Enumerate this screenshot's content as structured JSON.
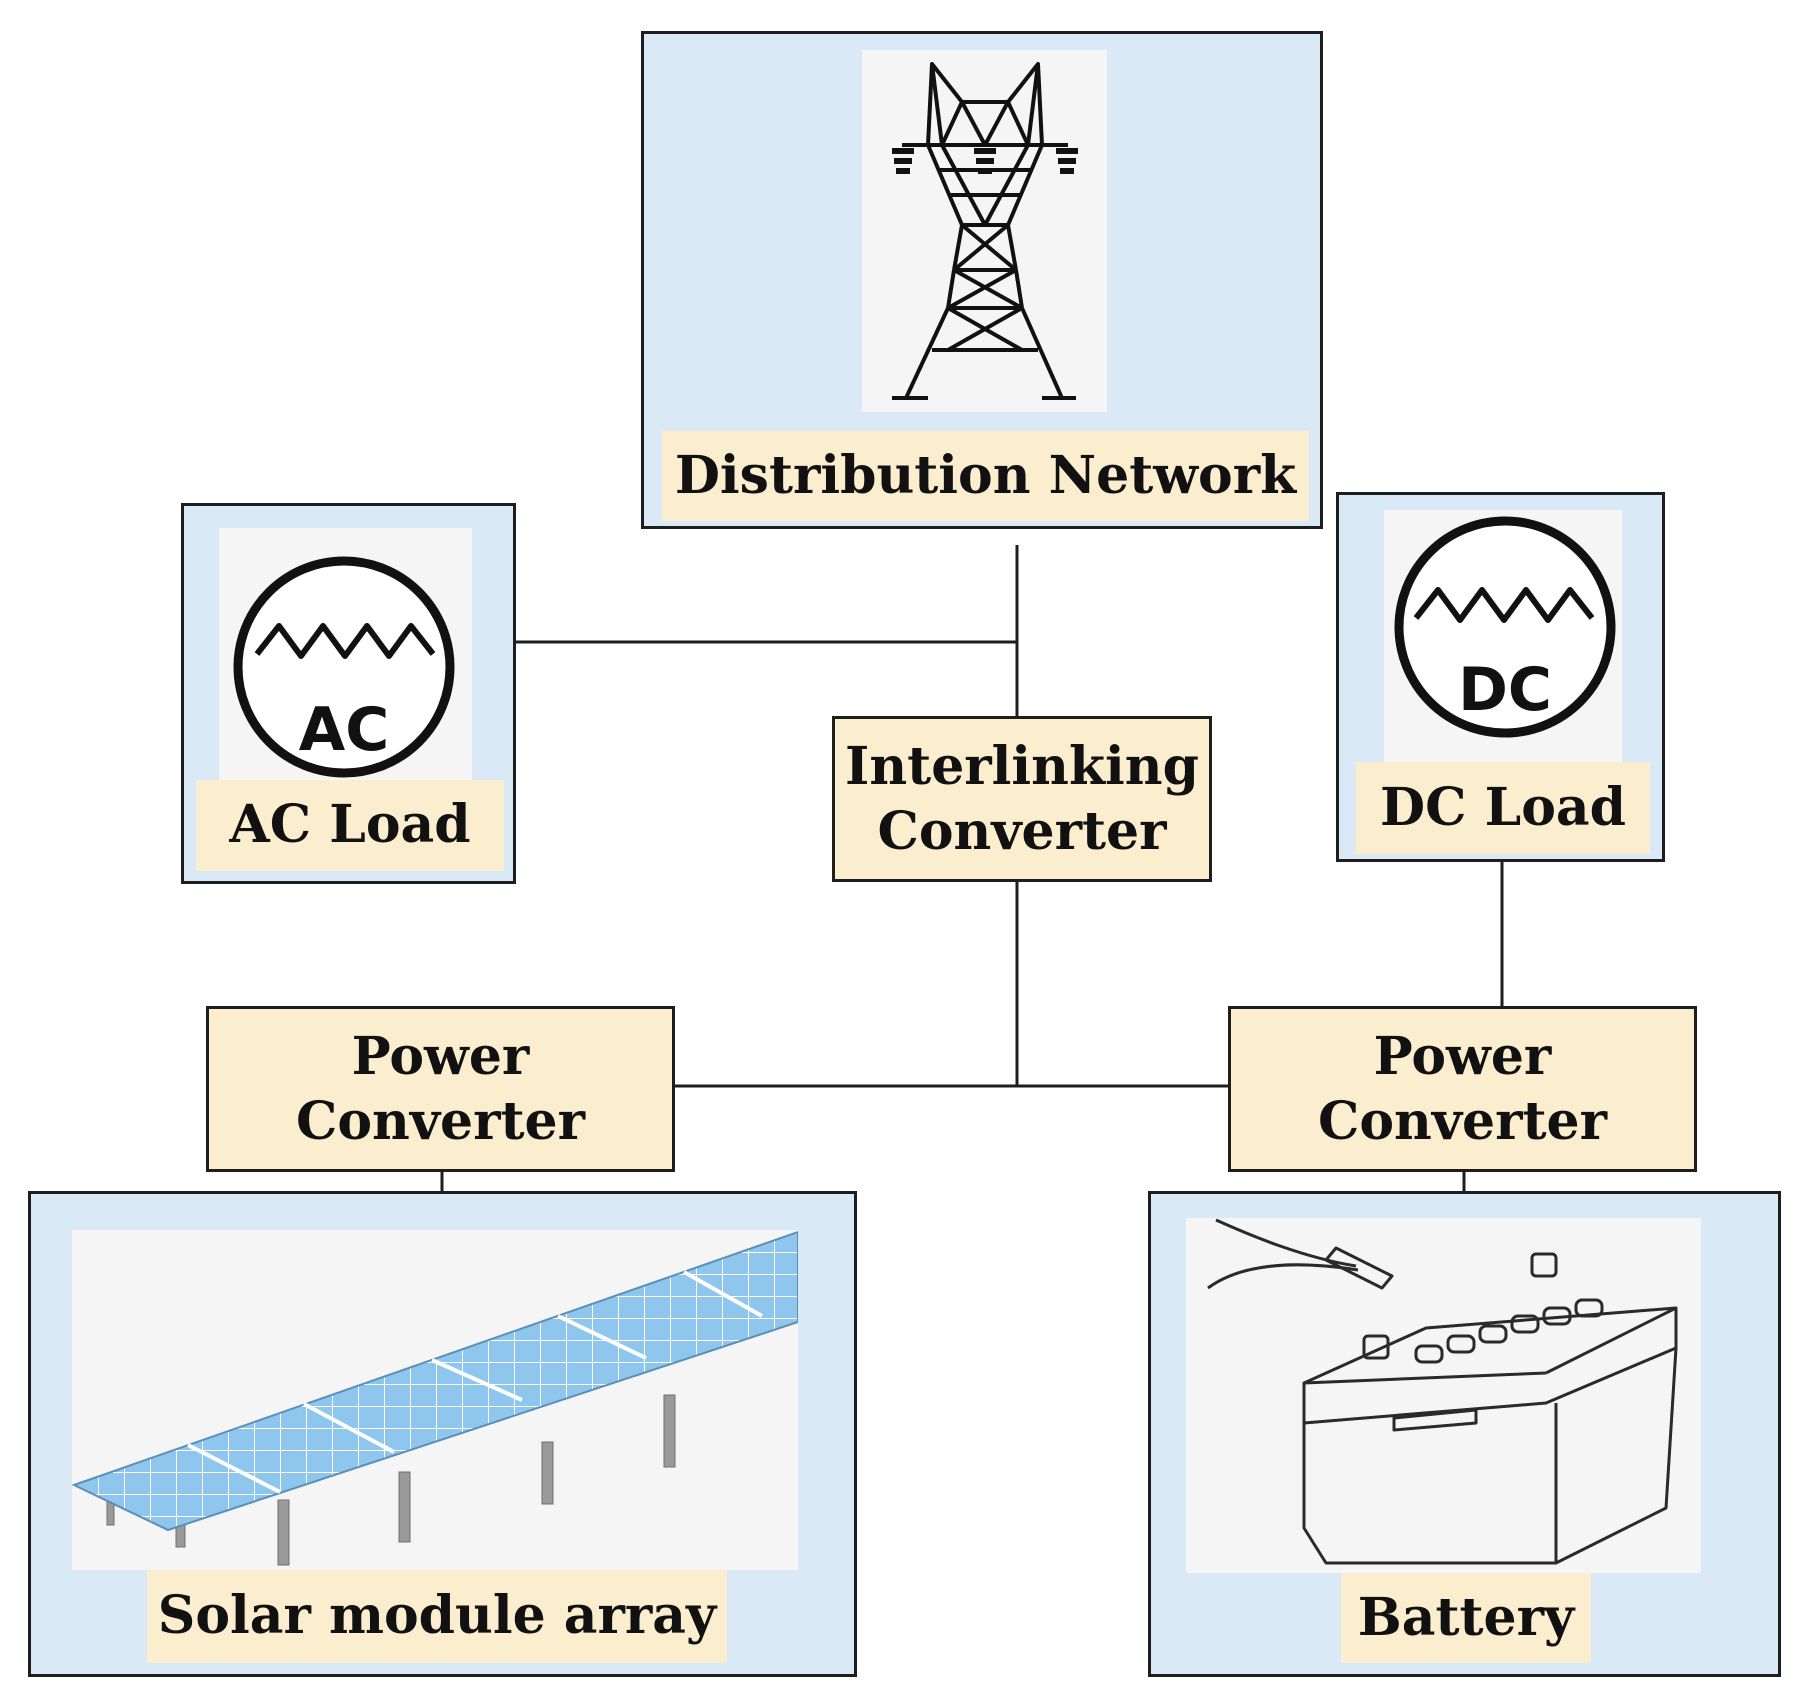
{
  "distribution_network": {
    "label": "Distribution Network",
    "icon": "transmission-tower-icon"
  },
  "ac_load": {
    "label": "AC Load",
    "symbol_text": "AC",
    "icon": "ac-load-symbol-icon"
  },
  "dc_load": {
    "label": "DC Load",
    "symbol_text": "DC",
    "icon": "dc-load-symbol-icon"
  },
  "interlinking_converter": {
    "line1": "Interlinking",
    "line2": "Converter"
  },
  "power_converter_left": {
    "line1": "Power",
    "line2": "Converter"
  },
  "power_converter_right": {
    "line1": "Power",
    "line2": "Converter"
  },
  "solar_array": {
    "label": "Solar module array",
    "icon": "solar-panel-array-icon"
  },
  "battery": {
    "label": "Battery",
    "icon": "battery-icon"
  },
  "colors": {
    "panel_bg": "#d9e9f6",
    "label_bg": "#fbeecf",
    "solar_blue": "#8ec6ee",
    "line": "#1e1e1e"
  }
}
